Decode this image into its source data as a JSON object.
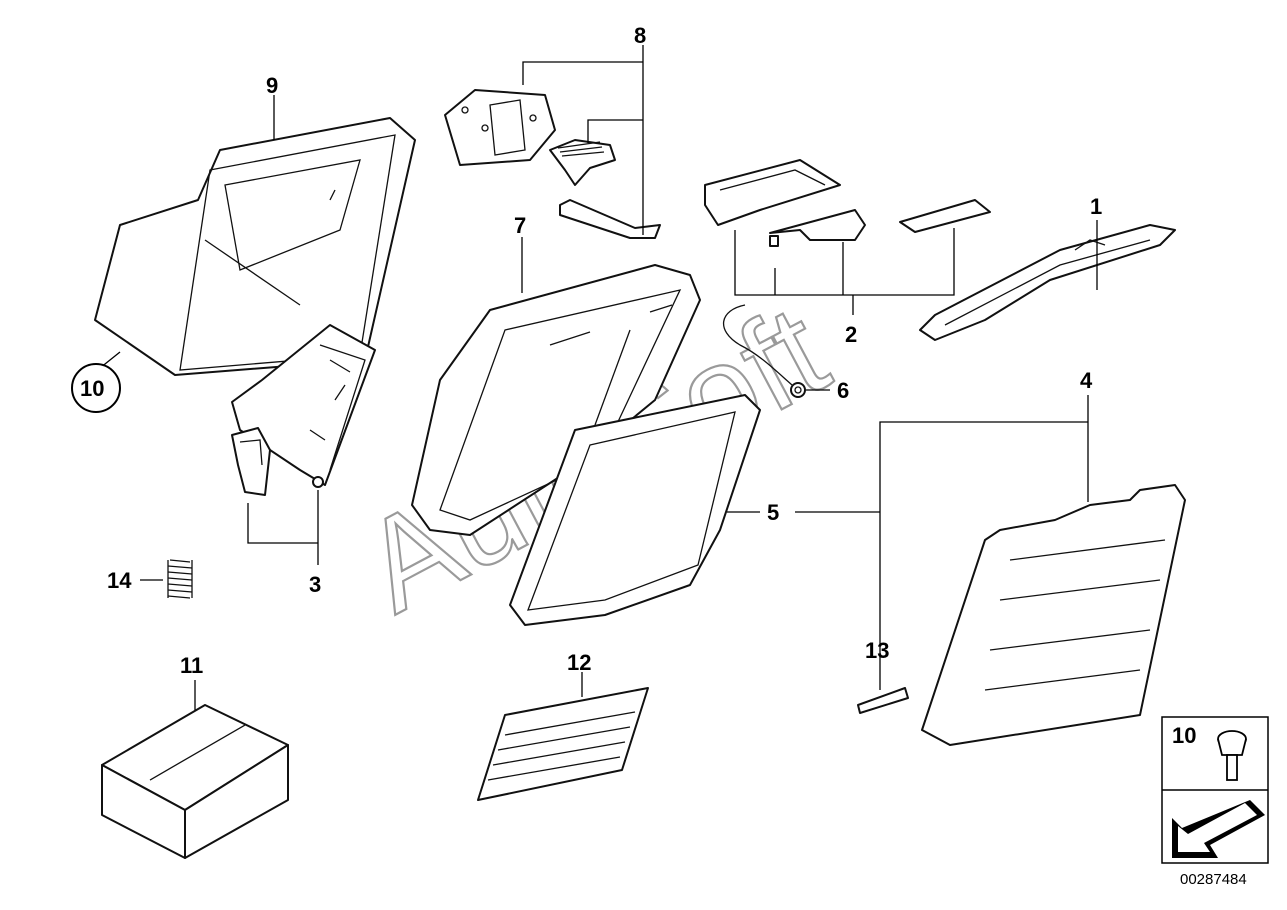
{
  "callouts": {
    "c1": "1",
    "c2": "2",
    "c3": "3",
    "c4": "4",
    "c5": "5",
    "c6": "6",
    "c7": "7",
    "c8": "8",
    "c9": "9",
    "c10": "10",
    "c11": "11",
    "c12": "12",
    "c13": "13",
    "c14": "14"
  },
  "legend": {
    "label": "10"
  },
  "watermark": "AutoSoft",
  "document_number": "00287484"
}
